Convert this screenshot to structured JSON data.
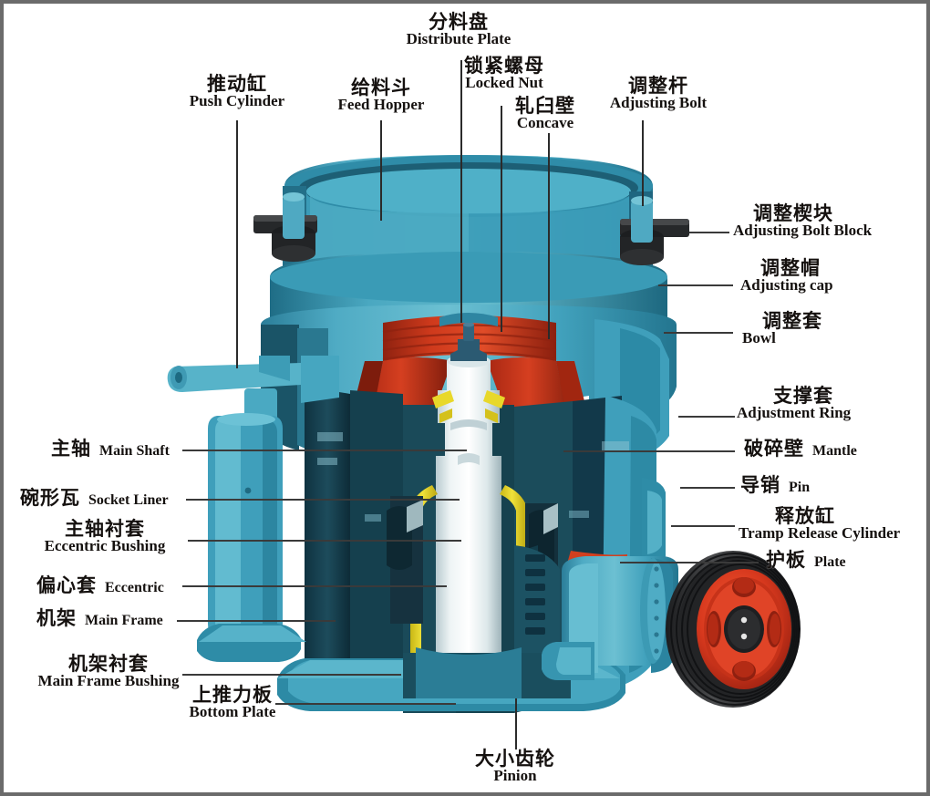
{
  "diagram": {
    "title": "Cone Crusher Cutaway Structure Diagram",
    "subject": "cone-crusher",
    "background_color": "#ffffff",
    "border_color": "#6b6b6b"
  },
  "palette": {
    "body_blue": "#3f9fbb",
    "body_blue_light": "#72c0d2",
    "body_blue_mid": "#2d89a6",
    "frame_dark_teal": "#1b4654",
    "frame_darker": "#123442",
    "mantle_red": "#c02f19",
    "mantle_red_dark": "#8e2011",
    "mantle_red_light": "#de4526",
    "shaft_white": "#eef3f4",
    "shaft_shadow": "#c3d2d6",
    "bushing_yellow": "#e8d82a",
    "bolt_black": "#26282a",
    "flywheel_rim": "#2e2e30",
    "flywheel_hub": "#d8391e",
    "leader_line": "#2b2b2b",
    "text": "#15110f"
  },
  "labels": {
    "top": [
      {
        "id": "push-cylinder",
        "cn": "推动缸",
        "en": "Push Cylinder"
      },
      {
        "id": "feed-hopper",
        "cn": "给料斗",
        "en": "Feed Hopper"
      },
      {
        "id": "distribute-plate",
        "cn": "分料盘",
        "en": "Distribute Plate"
      },
      {
        "id": "locked-nut",
        "cn": "锁紧螺母",
        "en": "Locked Nut"
      },
      {
        "id": "concave",
        "cn": "轧臼壁",
        "en": "Concave"
      },
      {
        "id": "adjusting-bolt",
        "cn": "调整杆",
        "en": "Adjusting Bolt"
      }
    ],
    "right": [
      {
        "id": "adjusting-bolt-block",
        "cn": "调整楔块",
        "en": "Adjusting Bolt Block"
      },
      {
        "id": "adjusting-cap",
        "cn": "调整帽",
        "en": "Adjusting cap"
      },
      {
        "id": "bowl",
        "cn": "调整套",
        "en": "Bowl"
      },
      {
        "id": "adjustment-ring",
        "cn": "支撑套",
        "en": "Adjustment Ring"
      },
      {
        "id": "mantle",
        "cn": "破碎壁",
        "en": "Mantle"
      },
      {
        "id": "pin",
        "cn": "导销",
        "en": "Pin"
      },
      {
        "id": "tramp-release-cylinder",
        "cn": "释放缸",
        "en": "Tramp Release Cylinder"
      },
      {
        "id": "plate",
        "cn": "护板",
        "en": "Plate"
      }
    ],
    "left": [
      {
        "id": "main-shaft",
        "cn": "主轴",
        "en": "Main Shaft"
      },
      {
        "id": "socket-liner",
        "cn": "碗形瓦",
        "en": "Socket Liner"
      },
      {
        "id": "eccentric-bushing",
        "cn": "主轴衬套",
        "en": "Eccentric Bushing"
      },
      {
        "id": "eccentric",
        "cn": "偏心套",
        "en": "Eccentric"
      },
      {
        "id": "main-frame",
        "cn": "机架",
        "en": "Main Frame"
      },
      {
        "id": "main-frame-bushing",
        "cn": "机架衬套",
        "en": "Main Frame Bushing"
      },
      {
        "id": "bottom-plate",
        "cn": "上推力板",
        "en": "Bottom Plate"
      }
    ],
    "bottom": [
      {
        "id": "pinion",
        "cn": "大小齿轮",
        "en": "Pinion"
      }
    ]
  }
}
